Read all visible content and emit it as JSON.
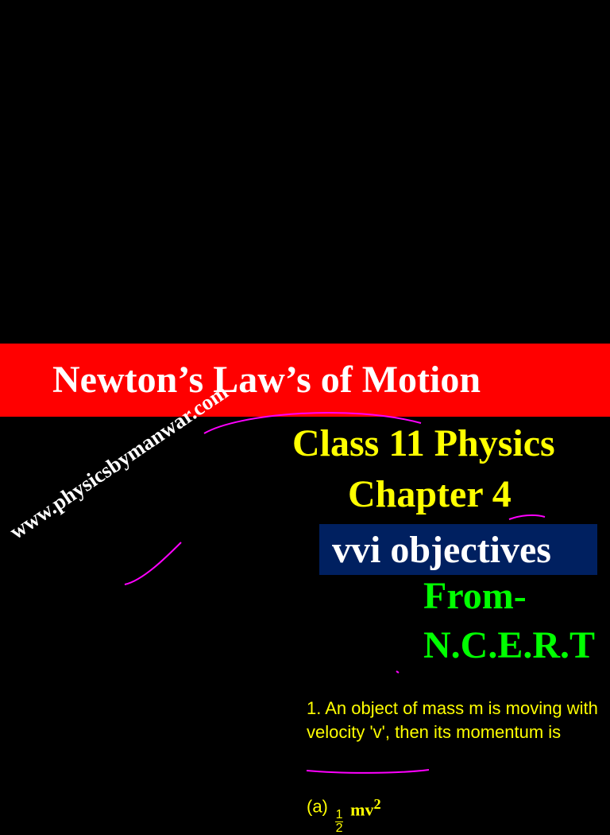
{
  "banner": {
    "title": "Newton’s Law’s of Motion"
  },
  "heading": {
    "class_line": "Class 11 Physics",
    "chapter_line": "Chapter 4",
    "vvi_label": "vvi objectives",
    "from_line": "From-",
    "ncert_line": "N.C.E.R.T"
  },
  "watermark": "www.physicsbymanwar.com",
  "question": {
    "text": "1. An object of mass m is moving with velocity 'v', then its momentum is",
    "option_a": {
      "label": "(a)",
      "numerator": "1",
      "denominator": "2",
      "expression": "mv",
      "exponent": "2"
    }
  },
  "colors": {
    "banner": "#ff0000",
    "title_text": "#ffffff",
    "heading_yellow": "#ffff00",
    "vvi_box": "#002060",
    "ncert_green": "#00ff00",
    "ink": "#ff00ff"
  }
}
